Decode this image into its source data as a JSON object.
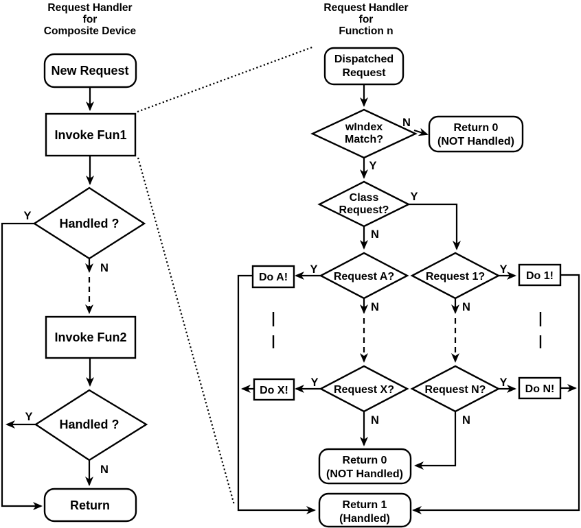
{
  "diagram": {
    "background": "#ffffff",
    "stroke_color": "#000000"
  },
  "left_chart": {
    "title_lines": [
      "Request Handler",
      "for",
      "Composite Device"
    ],
    "nodes": {
      "new_request": "New Request",
      "invoke_fun1": "Invoke Fun1",
      "handled_1": "Handled ?",
      "invoke_fun2": "Invoke Fun2",
      "handled_2": "Handled ?",
      "return": "Return"
    },
    "labels": {
      "yes": "Y",
      "no": "N"
    }
  },
  "right_chart": {
    "title_lines": [
      "Request Handler",
      "for",
      "Function n"
    ],
    "nodes": {
      "dispatched_request_lines": [
        "Dispatched",
        "Request"
      ],
      "windex_match_lines": [
        "wIndex",
        "Match?"
      ],
      "return_0_top_lines": [
        "Return 0",
        "(NOT Handled)"
      ],
      "class_request_lines": [
        "Class",
        "Request?"
      ],
      "request_a": "Request A?",
      "request_1": "Request 1?",
      "do_a": "Do A!",
      "do_1": "Do 1!",
      "request_x": "Request X?",
      "request_n": "Request N?",
      "do_x": "Do X!",
      "do_n": "Do N!",
      "return_0_bottom_lines": [
        "Return 0",
        "(NOT Handled)"
      ],
      "return_1_lines": [
        "Return 1",
        "(Handled)"
      ]
    },
    "labels": {
      "yes": "Y",
      "no": "N"
    }
  }
}
